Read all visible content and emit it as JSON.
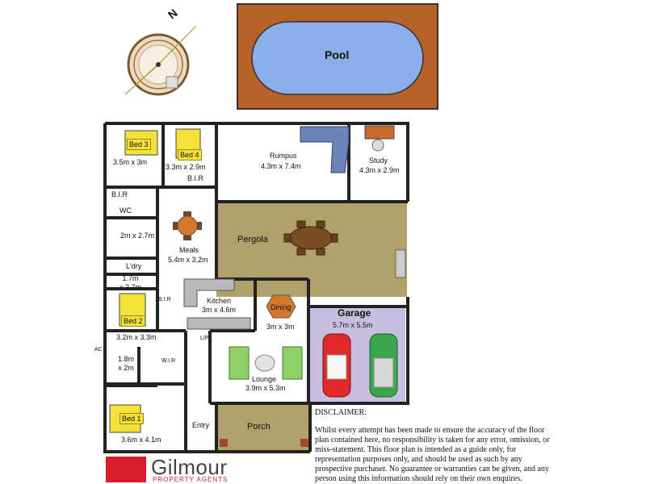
{
  "compass": {
    "north_letter": "N",
    "icon": "compass-icon"
  },
  "pool": {
    "label": "Pool",
    "deck_color": "#b8612a",
    "water_color": "#8aaee8"
  },
  "rooms": {
    "bed3": {
      "name": "Bed 3",
      "dims": "3.5m x 3m"
    },
    "bed4": {
      "name": "Bed 4",
      "dims": "3.3m x 2.9m"
    },
    "bir_bed4": "B.I.R",
    "bir_bed3": "B.I.R",
    "rumpus": {
      "name": "Rumpus",
      "dims": "4.3m x 7.4m"
    },
    "study": {
      "name": "Study",
      "dims": "4.3m x 2.9m"
    },
    "wc": "WC",
    "bath": {
      "dims": "2m x 2.7m"
    },
    "ldry": "L'dry",
    "hall_dims": {
      "dims": "1.7m\nx 2.7m"
    },
    "meals": {
      "name": "Meals",
      "dims": "5.4m x 3.2m"
    },
    "pergola": {
      "name": "Pergola",
      "color": "#b0a06a"
    },
    "kitchen": {
      "name": "Kitchen",
      "dims": "3m x 4.6m"
    },
    "dining": {
      "name": "Dining",
      "dims": "3m x 3m"
    },
    "garage": {
      "name": "Garage",
      "dims": "5.7m x 5.5m",
      "color": "#c9bde0"
    },
    "bed2": {
      "name": "Bed 2",
      "dims": "3.2m x 3.3m"
    },
    "bir_bed2": "B.I.R",
    "ac": "AC",
    "ensuite": {
      "dims": "1.8m\nx 2m"
    },
    "wir": "W.I.R",
    "lp": "L/P",
    "lounge": {
      "name": "Lounge",
      "dims": "3.9m x 5.3m"
    },
    "bed1": {
      "name": "Bed 1",
      "dims": "3.6m x 4.1m"
    },
    "entry": "Entry",
    "porch": {
      "name": "Porch",
      "color": "#b0a06a"
    }
  },
  "disclaimer": {
    "title": "DISCLAIMER:",
    "body": "Whilst every attempt has been made to ensure the accuracy of the floor plan contained here, no responsibility is taken for any error, omission, or miss-statement. This floor plan is intended as a guide only, for representation purposes only, and should be used as such by any prospective purchaser. No guarantee or warranties can be given, and any person using this information should rely on their own enquires."
  },
  "brand": {
    "name": "Gilmour",
    "tagline": "PROPERTY AGENTS",
    "color": "#d81e2c"
  }
}
